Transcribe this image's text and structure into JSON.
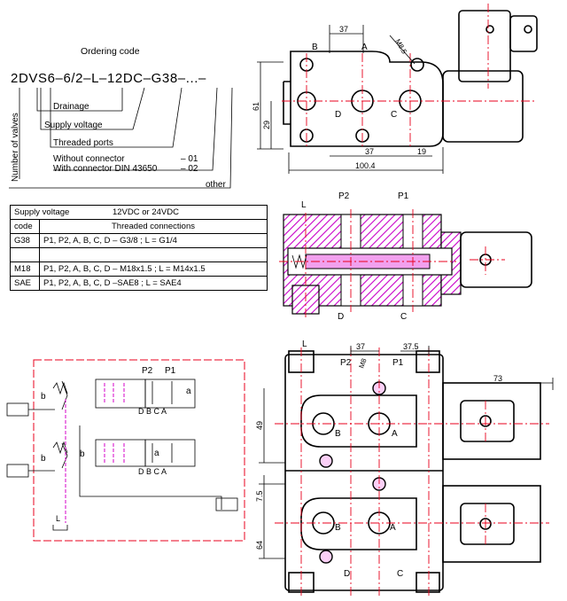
{
  "ordering": {
    "heading": "Ordering code",
    "code": "2DVS6–6/2–L–12DC–G38–...–",
    "vertical_label": "Number of valves",
    "drainage": "Drainage",
    "supply_voltage": "Supply voltage",
    "threaded_ports": "Threaded ports",
    "without_connector": "Without connector",
    "without_code": "– 01",
    "with_connector": "With connector DIN 43650",
    "with_code": "– 02",
    "other": "other"
  },
  "table": {
    "supply_label": "Supply voltage",
    "supply_value": "12VDC or 24VDC",
    "col_code": "code",
    "col_conn": "Threaded connections",
    "rows": [
      {
        "code": "G38",
        "conn": "P1, P2, A, B, C, D – G3/8 ; L = G1/4"
      },
      {
        "code": "",
        "conn": ""
      },
      {
        "code": "M18",
        "conn": "P1, P2, A, B, C, D – M18x1.5 ; L = M14x1.5"
      },
      {
        "code": "SAE",
        "conn": "P1, P2, A, B, C, D –SAE8 ; L = SAE4"
      }
    ]
  },
  "top_view": {
    "dim_37_top": "37",
    "dim_m85": "M8.5",
    "dim_61": "61",
    "dim_29": "29",
    "dim_37_bottom": "37",
    "dim_19": "19",
    "dim_1004": "100.4",
    "port_b": "B",
    "port_a": "A",
    "port_d": "D",
    "port_c": "C"
  },
  "section_view": {
    "port_l": "L",
    "port_p2": "P2",
    "port_p1": "P1",
    "port_d": "D",
    "port_c": "C"
  },
  "schematic": {
    "p2": "P2",
    "p1": "P1",
    "ports_row": "D B C A",
    "b": "b",
    "a": "a",
    "l": "L"
  },
  "bottom_view": {
    "port_l": "L",
    "dim_37": "37",
    "dim_375": "37.5",
    "port_p2": "P2",
    "dim_m8": "M8",
    "port_p1": "P1",
    "dim_73": "73",
    "dim_49": "49",
    "dim_75": "7.5",
    "dim_64": "64",
    "port_b1": "B",
    "port_a1": "A",
    "port_b2": "B",
    "port_a2": "A",
    "port_d": "D",
    "port_c": "C"
  },
  "colors": {
    "red": "#e8001c",
    "magenta": "#d400c8",
    "hatch": "#c800c8"
  }
}
